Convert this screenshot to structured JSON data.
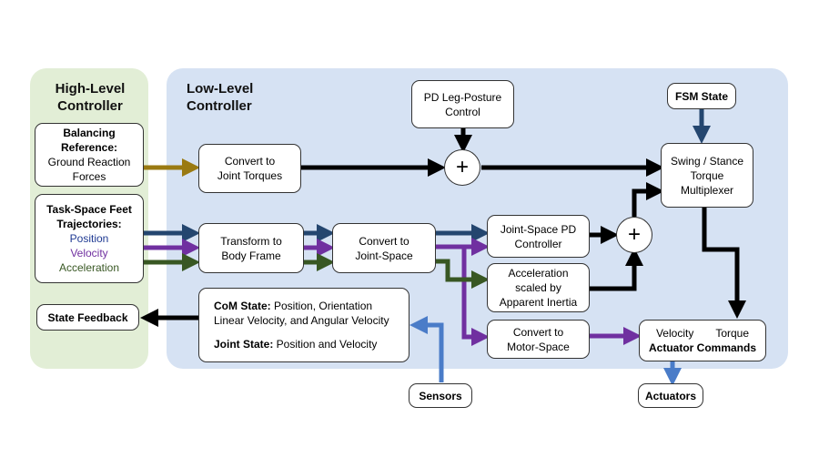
{
  "colors": {
    "high_level_bg": "#e2eed6",
    "low_level_bg": "#d6e2f3",
    "arrow_black": "#000000",
    "arrow_gold": "#9a7a12",
    "arrow_navy": "#24466f",
    "arrow_purple": "#7030a0",
    "arrow_green": "#385723",
    "arrow_steel": "#2e5e8e",
    "arrow_lightblue": "#4a7cc8",
    "text_position": "#1f3a93",
    "text_velocity": "#7030a0",
    "text_acceleration": "#385723"
  },
  "high_level": {
    "title_line1": "High-Level",
    "title_line2": "Controller",
    "balancing": {
      "line1": "Balancing",
      "line2": "Reference:",
      "line3": "Ground Reaction",
      "line4": "Forces"
    },
    "task_space": {
      "line1": "Task-Space Feet",
      "line2": "Trajectories:",
      "position": "Position",
      "velocity": "Velocity",
      "acceleration": "Acceleration"
    },
    "state_feedback": "State Feedback"
  },
  "low_level": {
    "title_line1": "Low-Level",
    "title_line2": "Controller",
    "convert_torques": {
      "line1": "Convert to",
      "line2": "Joint Torques"
    },
    "pd_posture": {
      "line1": "PD Leg-Posture",
      "line2": "Control"
    },
    "fsm_state": "FSM State",
    "multiplexer": {
      "line1": "Swing / Stance",
      "line2": "Torque",
      "line3": "Multiplexer"
    },
    "sum_symbol": "+",
    "transform_body": {
      "line1": "Transform to",
      "line2": "Body Frame"
    },
    "convert_joint_space": {
      "line1": "Convert to",
      "line2": "Joint-Space"
    },
    "joint_pd": {
      "line1": "Joint-Space PD",
      "line2": "Controller"
    },
    "accel_inertia": {
      "line1": "Acceleration",
      "line2": "scaled by",
      "line3": "Apparent Inertia"
    },
    "motor_space": {
      "line1": "Convert to",
      "line2": "Motor-Space"
    },
    "actuator_commands": {
      "velocity": "Velocity",
      "torque": "Torque",
      "label": "Actuator Commands"
    },
    "state": {
      "com_label": "CoM State:",
      "com_text1": " Position, Orientation",
      "com_text2": "Linear Velocity, and Angular Velocity",
      "joint_label": "Joint State:",
      "joint_text": " Position and Velocity"
    }
  },
  "sensors": "Sensors",
  "actuators": "Actuators"
}
